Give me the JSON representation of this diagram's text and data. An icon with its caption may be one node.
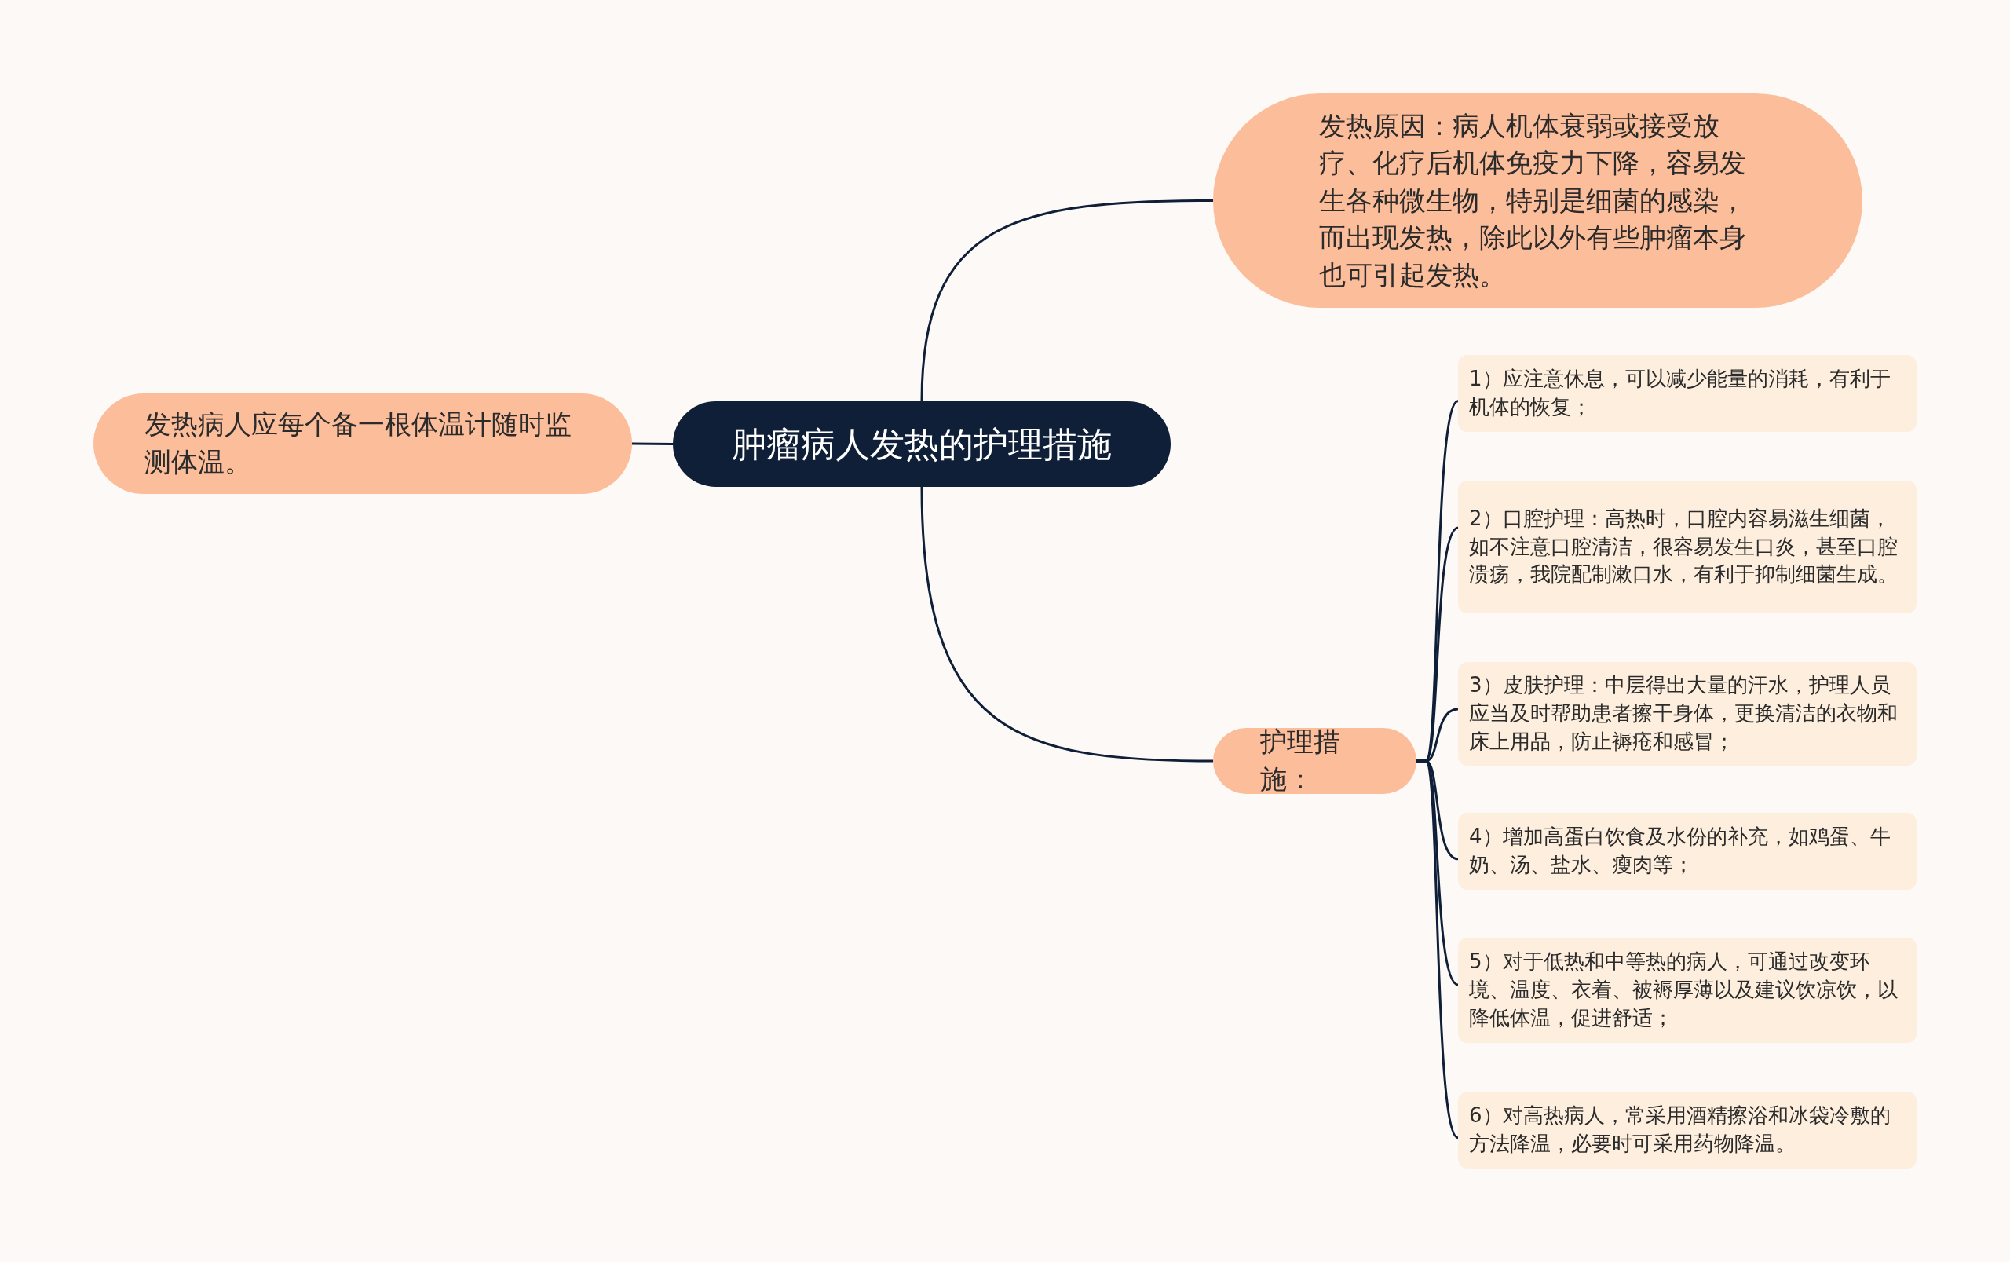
{
  "diagram": {
    "nodes": [
      {
        "text": [
          "肿瘤病人发热的护理措施"
        ]
      },
      {
        "text": [
          "发热原因：病人机体衰弱或接受放疗、化疗后机体免疫力下降，容易发生各种微生物，特别是细菌的感染，而出现发热，除此以外有些肿瘤本身也可引起发热。"
        ]
      },
      {
        "text": [
          "发热病人应每个备一根体温计随时监测体温。"
        ]
      },
      {
        "text": [
          "护理措施："
        ]
      },
      {
        "text": [
          "1）应注意休息，可以减少能量的消耗，有利于机体的恢复；"
        ]
      },
      {
        "text": [
          "2）口腔护理：高热时，口腔内容易滋生细菌，如不注意口腔清洁，很容易发生口炎，甚至口腔溃疡，我院配制漱口水，有利于抑制细菌生成。"
        ]
      },
      {
        "text": [
          "3）皮肤护理：中层得出大量的汗水，护理人员应当及时帮助患者擦干身体，更换清洁的衣物和床上用品，防止褥疮和感冒；"
        ]
      },
      {
        "text": [
          "4）增加高蛋白饮食及水份的补充，如鸡蛋、牛奶、汤、盐水、瘦肉等；"
        ]
      },
      {
        "text": [
          "5）对于低热和中等热的病人，可通过改变环境、温度、衣着、被褥厚薄以及建议饮凉饮，以降低体温，促进舒适；"
        ]
      },
      {
        "text": [
          "6）对高热病人，常采用酒精擦浴和冰袋冷敷的方法降温，必要时可采用药物降温。"
        ]
      }
    ],
    "edges": [
      {
        "from": 0,
        "to": 1,
        "arrow": "none"
      },
      {
        "from": 0,
        "to": 2,
        "arrow": "none"
      },
      {
        "from": 0,
        "to": 3,
        "arrow": "none"
      },
      {
        "from": 3,
        "to": 4,
        "arrow": "none"
      },
      {
        "from": 3,
        "to": 5,
        "arrow": "none"
      },
      {
        "from": 3,
        "to": 6,
        "arrow": "none"
      },
      {
        "from": 3,
        "to": 7,
        "arrow": "none"
      },
      {
        "from": 3,
        "to": 8,
        "arrow": "none"
      },
      {
        "from": 3,
        "to": 9,
        "arrow": "none"
      }
    ]
  }
}
